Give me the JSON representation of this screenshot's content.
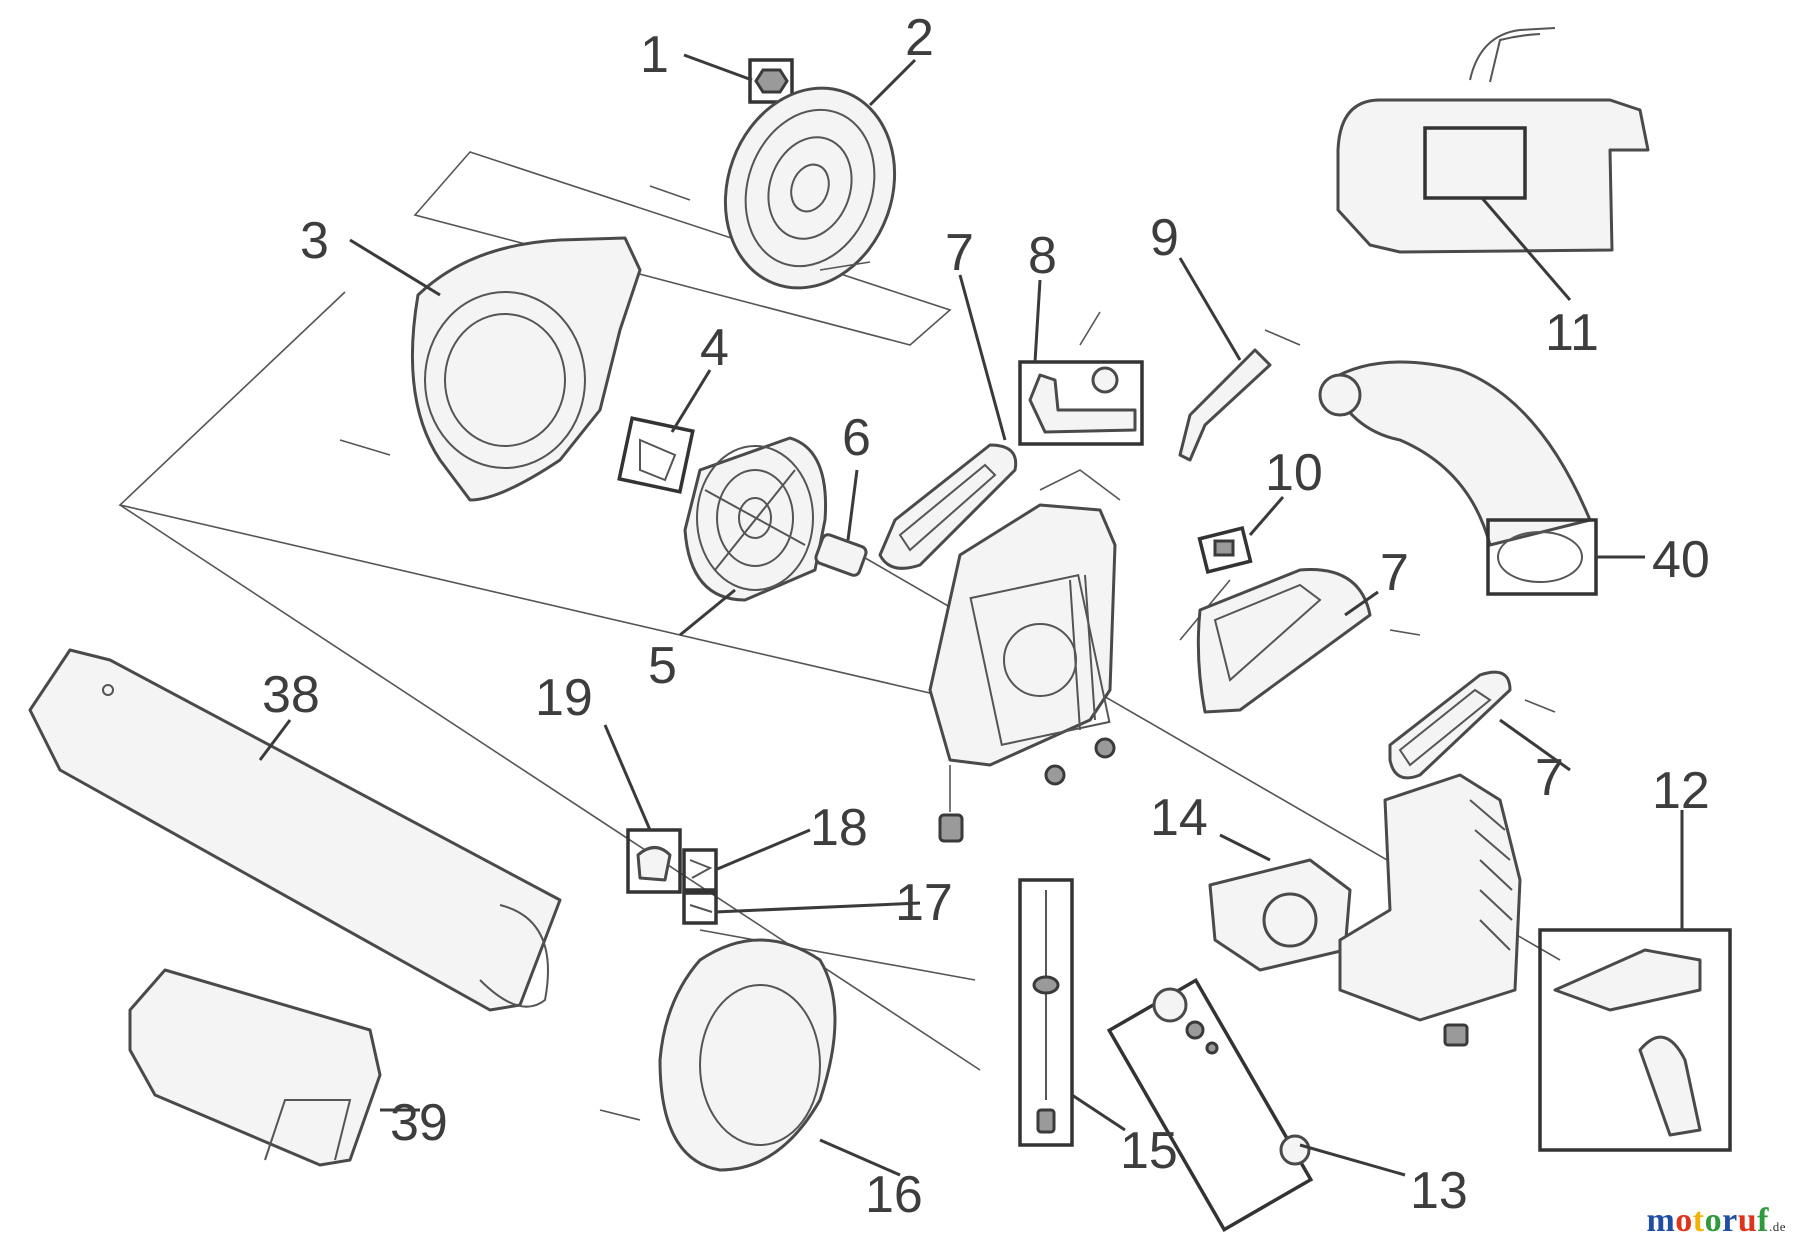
{
  "labels": {
    "p1": "1",
    "p2": "2",
    "p3": "3",
    "p4": "4",
    "p5": "5",
    "p6": "6",
    "p7a": "7",
    "p7b": "7",
    "p7c": "7",
    "p8": "8",
    "p9": "9",
    "p10": "10",
    "p11": "11",
    "p12": "12",
    "p13": "13",
    "p14": "14",
    "p15": "15",
    "p16": "16",
    "p17": "17",
    "p18": "18",
    "p19": "19",
    "p38": "38",
    "p39": "39",
    "p40": "40"
  },
  "watermark": {
    "letters": [
      "m",
      "o",
      "t",
      "o",
      "r",
      "u",
      "f"
    ],
    "colors": [
      "#1f4fa3",
      "#e0331c",
      "#f0b400",
      "#2e9a3d",
      "#1f4fa3",
      "#e0331c",
      "#2e9a3d"
    ],
    "suffix": ".de"
  }
}
